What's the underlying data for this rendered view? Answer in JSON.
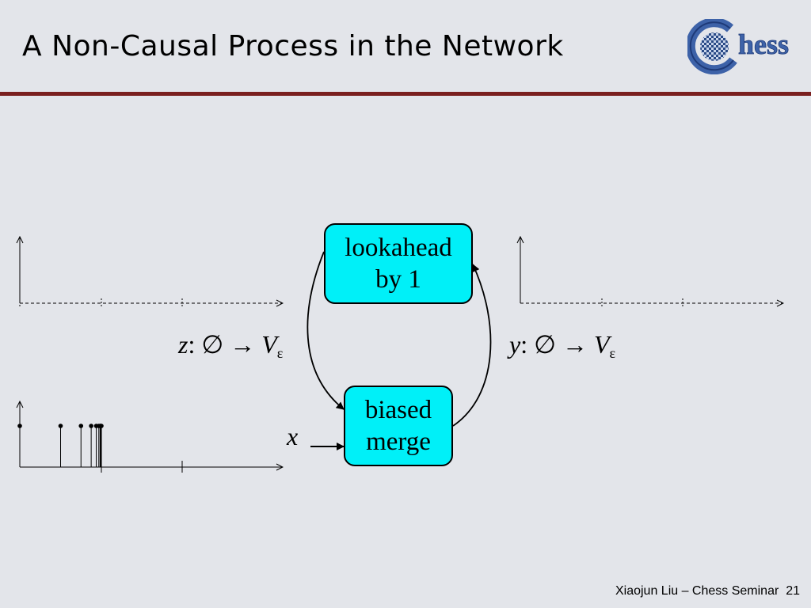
{
  "slide": {
    "title": "A Non-Causal Process in the Network",
    "logo_text": "hess",
    "footer_author": "Xiaojun Liu – Chess Seminar",
    "footer_page": "21"
  },
  "diagram": {
    "box_lookahead": [
      "lookahead",
      "by 1"
    ],
    "box_merge": [
      "biased",
      "merge"
    ],
    "signal_z": {
      "var": "z",
      "sep": ":",
      "empty": "∅",
      "arrow": "→",
      "target": "V",
      "sub": "ε"
    },
    "signal_y": {
      "var": "y",
      "sep": ":",
      "empty": "∅",
      "arrow": "→",
      "target": "V",
      "sub": "ε"
    },
    "input_label": "x"
  },
  "colors": {
    "rule": "#7a1f1f",
    "box_fill": "#00f0f8",
    "background": "#e3e5ea"
  }
}
